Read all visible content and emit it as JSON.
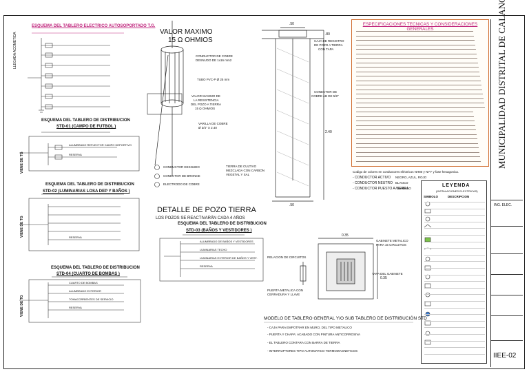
{
  "sheet": {
    "code": "IIEE-02",
    "project": "MUNICIPALIDAD DISTRITAL DE CALANGO",
    "stamp": "ING. ELEC."
  },
  "left_schemes": [
    {
      "title": "ESQUEMA DEL TABLERO ELECTRICO AUTOSOPORTADO T.G."
    },
    {
      "title": "ESQUEMA DEL TABLERO DE DISTRIBUCION",
      "subtitle": "STD-01 (CAMPO DE FUTBOL )",
      "circuit": "ALUMBRADO REFLECTOR CAMPO DEPORTIVO",
      "reserve": "RESERVA"
    },
    {
      "title": "ESQUEMA DEL TABLERO DE DISTRIBUCION",
      "subtitle": "STD-02 (LUMINARIAS LOSA DEP Y BAÑOS )",
      "reserve": "RESERVA"
    },
    {
      "title": "ESQUEMA DEL TABLERO DE DISTRIBUCION",
      "subtitle": "STD-04 (CUARTO DE BOMBAS )",
      "c1": "CUARTO DE BOMBAS",
      "c2": "ALUMBRADO EXTERIOR",
      "c3": "TOMACORRIENTES DE SERVICIO",
      "reserve": "RESERVA"
    }
  ],
  "side_labels": {
    "tg": "LLEGADA ACOMETIDA",
    "std1": "VIENE DE TG",
    "std2": "VIENE DE TG",
    "std4": "VIENE DE TG"
  },
  "std03": {
    "title": "ESQUEMA DEL TABLERO DE DISTRIBUCION",
    "subtitle": "STD-03 (BAÑOS Y VESTIDORES )",
    "c1": "ALUMBRADO DE BAÑOS Y VESTIDORES",
    "c2": "LUMINARIAS TECHO",
    "c3": "LUMINARIAS EXTERIOR DE BAÑOS Y VEST.",
    "c4": "RESERVA"
  },
  "pozo": {
    "valor1": "VALOR MAXIMO",
    "valor2": "15 Ω OHMIOS",
    "cond": "CONDUCTOR DE COBRE",
    "cond2": "DESNUDO DE 1x16 mm2",
    "tubo": "TUBO PVC-P Ø 25 mm",
    "valor3": "VALOR MAXIMO DE",
    "valor4": "LA RESISTENCIA",
    "valor5": "DEL POZO A TIERRA",
    "valor6": "15 Ω OHMIOS",
    "varilla": "VARILLA DE COBRE",
    "varilla2": "Ø 3/4\" X 2.40",
    "caja": "CAJA DE REGISTRO",
    "caja2": "DE POZO A TIERRA",
    "caja3": "CON TAPA",
    "conector": "CONECTOR DE",
    "conector2": "COBRE AB DE 5/8\"",
    "tierra": "TIERRA DE CULTIVO",
    "tierra2": "MEZCLADA CON CARBON",
    "tierra3": "VEGETAL Y SAL",
    "legA": "CONDUCTOR DESNUDO",
    "legB": "CONECTOR DE BRONCE",
    "legC": "ELECTRODO DE COBRE",
    "title": "DETALLE DE POZO TIERRA",
    "subtitle": "LOS POZOS SE REACTIVARÁN CADA 4 AÑOS",
    "dim1": ".50",
    "dim2": ".80",
    "dim3": "2.40",
    "dim4": ".50"
  },
  "specs": {
    "title": "ESPECIFICACIONES TECNICAS Y CONSIDERACIONES GENERALES",
    "colors_title": "Codigo de colores en conductores eléctricos NH80 y NYY y fase hexagonica.",
    "c1": "- CONDUCTOR ACTIVO",
    "c1v": "NEGRO, AZUL, ROJO",
    "c2": "- CONDUCTOR NEUTRO",
    "c2v": "BLANCO",
    "c3": "- CONDUCTOR PUESTO A TIERRA",
    "c3v": "AMARILLO"
  },
  "legend": {
    "title": "LEYENDA",
    "subtitle": "(INSTALACIONES ELECTRICAS)",
    "col1": "SIMBOLO",
    "col2": "DESCRIPCION"
  },
  "tablero": {
    "dim_top": "0.35",
    "dim_side": "0.35",
    "l1": "GABINETE METALICO",
    "l2": "PARA 15 CIRCUITOS",
    "l3": "TAPA DEL GABINETE",
    "l4": "PUERTA METALICA CON",
    "l5": "CERRADURA Y LLAVE",
    "l6": "RELACION DE CIRCUITOS",
    "title": "MODELO DE TABLERO GENERAL Y/O SUB TABLERO DE DISTRIBUCIÓN STD"
  },
  "notes": [
    "- CAJA PARA EMPOTRAR EN MURO, DEL TIPO METALICO",
    "- PUERTA Y CHAPA: ACABADO CON PINTURA ANTICORROSIVA",
    "- EL TABLERO CONTARA CON BARRA DE TIERRA",
    "- INTERRUPTORES TIPO AUTOMATICO TERMOMAGNETICOS"
  ],
  "colors": {
    "accent": "#c0267d",
    "border": "#d06b2c",
    "ink": "#111111"
  }
}
